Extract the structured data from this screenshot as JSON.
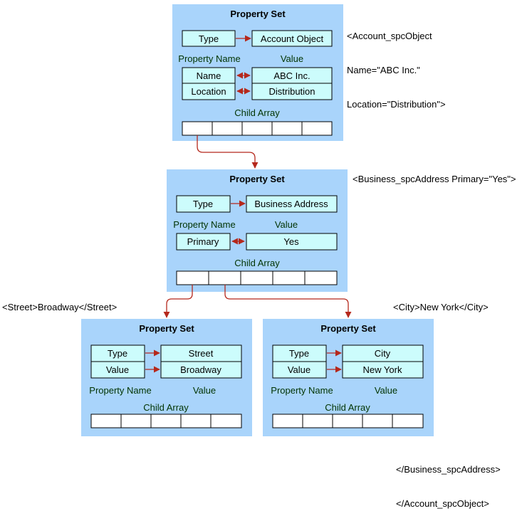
{
  "colors": {
    "panel_fill": "#a9d4fb",
    "cell_fill": "#ccfcfc",
    "array_fill": "#ffffff",
    "arrow": "#b5281c",
    "label": "#003300",
    "heading": "#000000"
  },
  "xml": {
    "account_open": [
      "<Account_spcObject",
      "Name=\"ABC Inc.\"",
      "Location=\"Distribution\">"
    ],
    "business_open": "<Business_spcAddress Primary=\"Yes\">",
    "street": "<Street>Broadway</Street>",
    "city": "<City>New York</City>",
    "closing": [
      "</Business_spcAddress>",
      "</Account_spcObject>"
    ]
  },
  "panels": [
    {
      "id": "account",
      "title": "Property Set",
      "type_label": "Type",
      "type_value": "Account Object",
      "property_name_heading": "Property Name",
      "value_heading": "Value",
      "properties": [
        {
          "name": "Name",
          "value": "ABC Inc."
        },
        {
          "name": "Location",
          "value": "Distribution"
        }
      ],
      "child_array_label": "Child Array"
    },
    {
      "id": "business-address",
      "title": "Property Set",
      "type_label": "Type",
      "type_value": "Business Address",
      "property_name_heading": "Property Name",
      "value_heading": "Value",
      "properties": [
        {
          "name": "Primary",
          "value": "Yes"
        }
      ],
      "child_array_label": "Child Array"
    },
    {
      "id": "street",
      "title": "Property Set",
      "type_label": "Type",
      "type_value": "Street",
      "value_label": "Value",
      "value_value": "Broadway",
      "property_name_heading": "Property Name",
      "value_heading": "Value",
      "child_array_label": "Child Array"
    },
    {
      "id": "city",
      "title": "Property Set",
      "type_label": "Type",
      "type_value": "City",
      "value_label": "Value",
      "value_value": "New York",
      "property_name_heading": "Property Name",
      "value_heading": "Value",
      "child_array_label": "Child Array"
    }
  ]
}
